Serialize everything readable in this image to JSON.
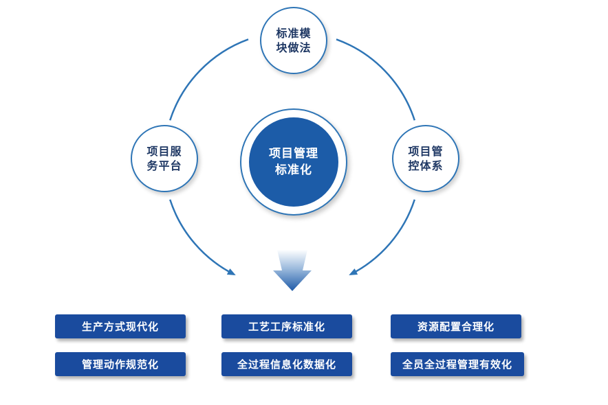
{
  "center_node": {
    "line1": "项目管理",
    "line2": "标准化"
  },
  "satellite_nodes": [
    {
      "position": "top",
      "line1": "标准模",
      "line2": "块做法"
    },
    {
      "position": "left",
      "line1": "项目服",
      "line2": "务平台"
    },
    {
      "position": "right",
      "line1": "项目管",
      "line2": "控体系"
    }
  ],
  "result_boxes": [
    {
      "label": "生产方式现代化"
    },
    {
      "label": "工艺工序标准化"
    },
    {
      "label": "资源配置合理化"
    },
    {
      "label": "管理动作规范化"
    },
    {
      "label": "全过程信息化数据化"
    },
    {
      "label": "全员全过程管理有效化"
    }
  ],
  "icons": {
    "down_arrow": "down-arrow",
    "arc_arrow_left": "arc-arrowhead-left",
    "arc_arrow_right": "arc-arrowhead-right"
  },
  "colors": {
    "center_fill": "#1C5CA8",
    "box_fill": "#1A4B9E",
    "arc_stroke": "#2E75B6",
    "node_border": "#2E75B6",
    "node_text": "#1F3864",
    "box_text": "#FFFFFF"
  }
}
